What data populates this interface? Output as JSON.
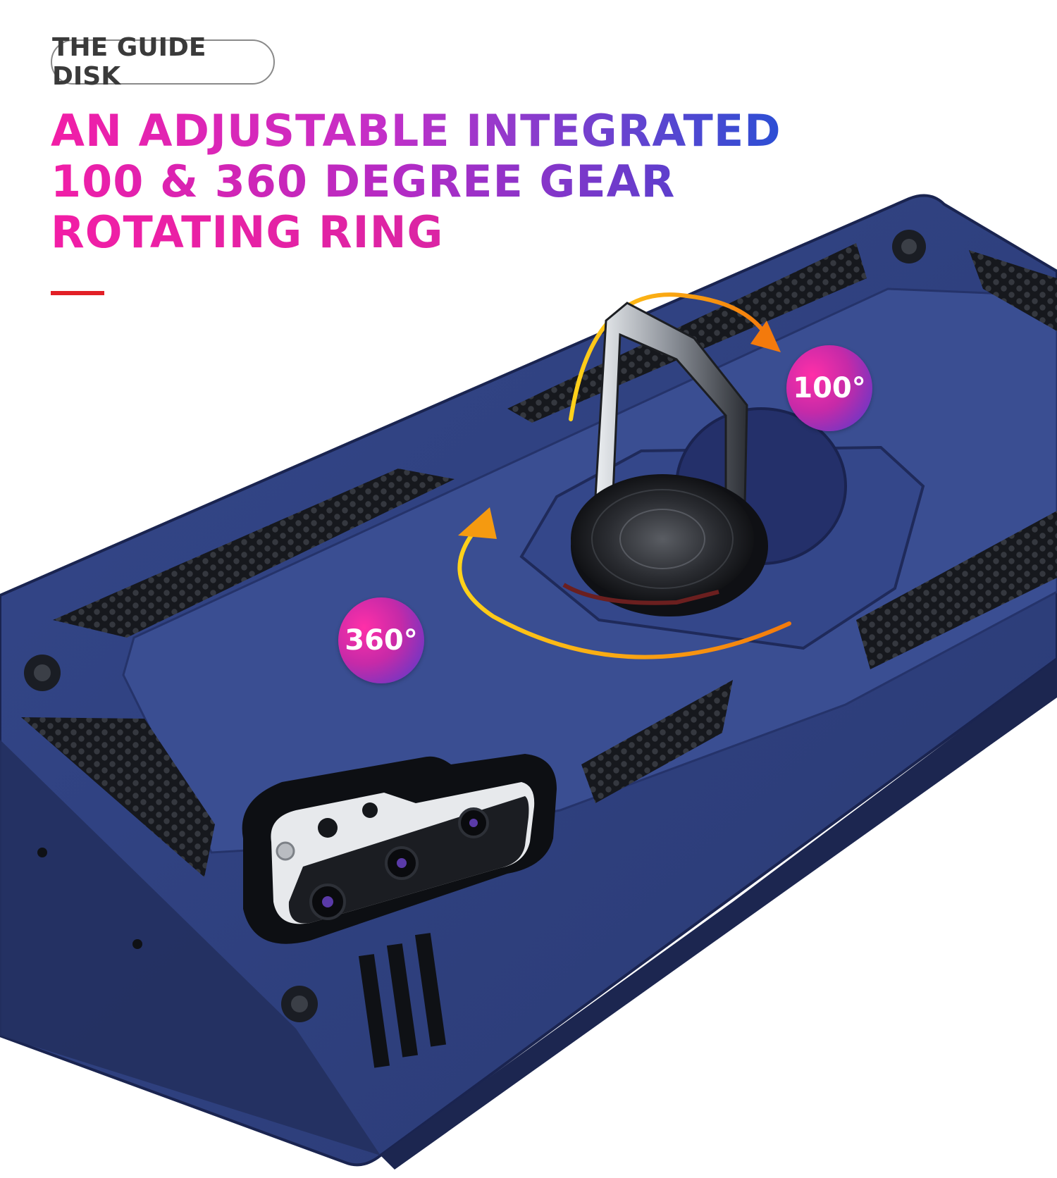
{
  "label": {
    "text": "THE GUIDE DISK"
  },
  "headline": {
    "line1": "AN ADJUSTABLE INTEGRATED",
    "line2": "100 & 360 DEGREE GEAR",
    "line3": "ROTATING RING"
  },
  "badges": {
    "rotation_360": "360°",
    "rotation_100": "100°"
  },
  "colors": {
    "case_blue": "#2c3f7c",
    "accent_red": "#e21f26",
    "headline_pink": "#f21ea6",
    "headline_blue": "#2c4fd4",
    "arrow_orange": "#f5a30e"
  }
}
